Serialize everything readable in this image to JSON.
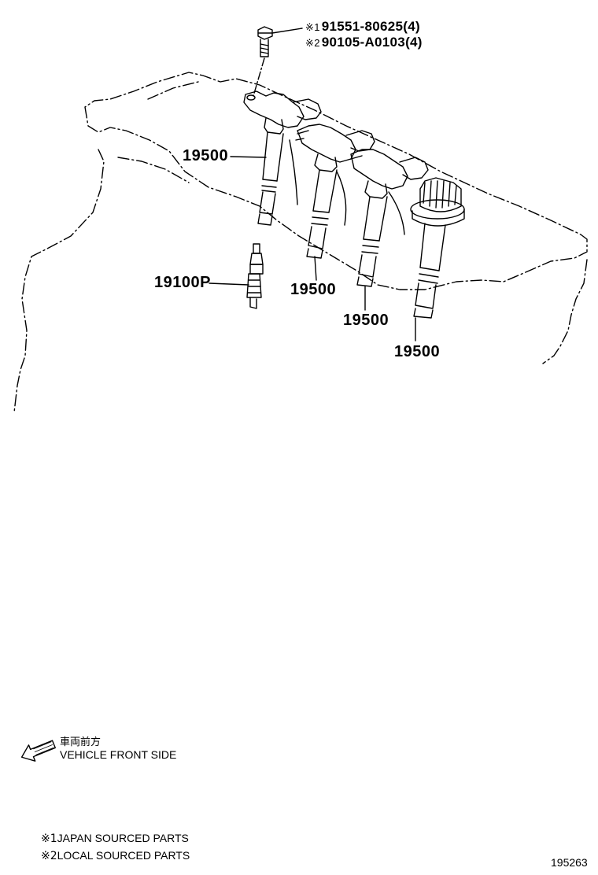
{
  "bolt_callouts": [
    {
      "marker": "※1",
      "part": "91551-80625(4)"
    },
    {
      "marker": "※2",
      "part": "90105-A0103(4)"
    }
  ],
  "coil_labels": [
    "19500",
    "19500",
    "19500",
    "19500"
  ],
  "spark_plug_label": "19100P",
  "direction": {
    "jp_text": "車両前方",
    "en_text": "VEHICLE FRONT SIDE",
    "arrow_icon": "left-down-arrow-icon"
  },
  "notes": [
    {
      "marker": "※1",
      "text": "JAPAN SOURCED PARTS"
    },
    {
      "marker": "※2",
      "text": "LOCAL SOURCED PARTS"
    }
  ],
  "diagram_id": "195263",
  "colors": {
    "line": "#000000",
    "background": "#ffffff"
  }
}
